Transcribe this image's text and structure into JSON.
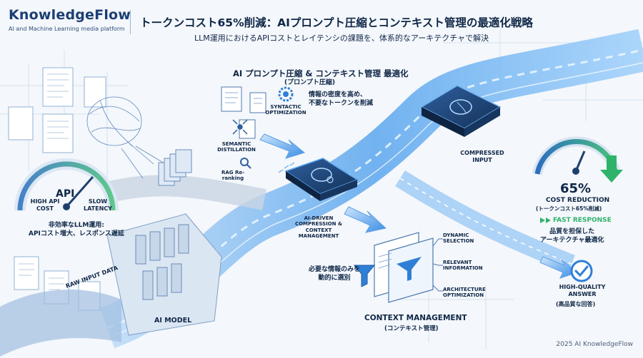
{
  "brand": {
    "name": "KnowledgeFlow",
    "tagline": "AI and Machine Learning media platform"
  },
  "title": "トークンコスト65%削減：AIプロンプト圧縮とコンテキスト管理の最適化戦略",
  "subtitle": "LLM運用におけるAPIコストとレイテンシの課題を、体系的なアーキテクチャで解決",
  "prompt_compression": {
    "title": "AI プロンプト圧縮 & コンテキスト管理 最適化",
    "title_sub": "(プロンプト圧縮)",
    "description_line1": "情報の密度を高め、",
    "description_line2": "不要なトークンを削減",
    "techniques": [
      "SYNTACTIC OPTIMIZATION",
      "SEMANTIC DISTILLATION",
      "RAG Re-ranking"
    ]
  },
  "compressed_input": "COMPRESSED INPUT",
  "ai_driven_label": "AI-DRIVEN COMPRESSION & CONTEXT MANAGEMENT",
  "api_gauge": {
    "label": "API",
    "left_label": "HIGH API COST",
    "right_label": "SLOW LATENCY",
    "problem_line1": "非効率なLLM運用:",
    "problem_line2": "APIコスト増大、レスポンス遅延"
  },
  "raw_input": "RAW INPUT DATA",
  "ai_model": "AI MODEL",
  "context_management": {
    "title": "CONTEXT MANAGEMENT",
    "title_sub": "(コンテキスト管理)",
    "note_line1": "必要な情報のみを",
    "note_line2": "動的に選別",
    "items": [
      "DYNAMIC SELECTION",
      "RELEVANT INFORMATION",
      "ARCHITECTURE OPTIMIZATION"
    ]
  },
  "result": {
    "percent": "65%",
    "cost_reduction": "COST REDUCTION",
    "cost_reduction_sub": "(トークンコスト65%削減)",
    "fast_response": "FAST RESPONSE",
    "quality_line1": "品質を担保した",
    "quality_line2": "アーキテクチャ最適化"
  },
  "answer": {
    "label": "HIGH-QUALITY ANSWER",
    "sub": "(高品質な回答)"
  },
  "copyright": "2025 AI KnowledgeFlow",
  "colors": {
    "navy": "#0f2747",
    "blue": "#2f7fd6",
    "light_blue": "#9cc8f2",
    "green": "#2fb36a"
  }
}
